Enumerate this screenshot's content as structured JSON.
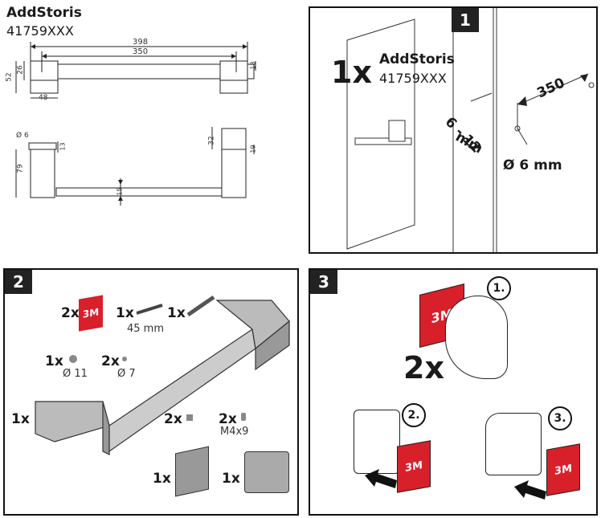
{
  "product": {
    "name": "AddStoris",
    "code": "41759XXX"
  },
  "drawing": {
    "dim_total": "398",
    "dim_span": "350",
    "dim_height_total": "52",
    "dim_height_body": "26",
    "dim_left_48": "48",
    "dim_right_18": "18",
    "dim_dia": "Ø 6",
    "dim_13": "13",
    "dim_79": "79",
    "dim_32": "32",
    "dim_19": "19",
    "dim_15": "15"
  },
  "panel1": {
    "number": "1",
    "qty": "1x",
    "name": "AddStoris",
    "code": "41759XXX",
    "dim_wall": "6 - 12",
    "dim_wall_unit": "mm",
    "dim_350": "350",
    "drill": "Ø 6 mm"
  },
  "panel2": {
    "number": "2",
    "pad_qty": "2x",
    "pad_brand": "3M",
    "screw_qty": "1x",
    "screw_len": "45 mm",
    "rod_qty": "1x",
    "plug11_qty": "1x",
    "plug11_size": "Ø 11",
    "plug7_qty": "2x",
    "plug7_size": "Ø 7",
    "bar_qty": "1x",
    "small_qty": "2x",
    "grub_qty": "2x",
    "grub_size": "M4x9",
    "plate_qty": "1x",
    "cap_qty": "1x"
  },
  "panel3": {
    "number": "3",
    "qty": "2x",
    "pad_brand": "3M",
    "step1": "1.",
    "step2": "2.",
    "step3": "3."
  },
  "colors": {
    "pad_red": "#d7202a",
    "badge": "#222222"
  }
}
